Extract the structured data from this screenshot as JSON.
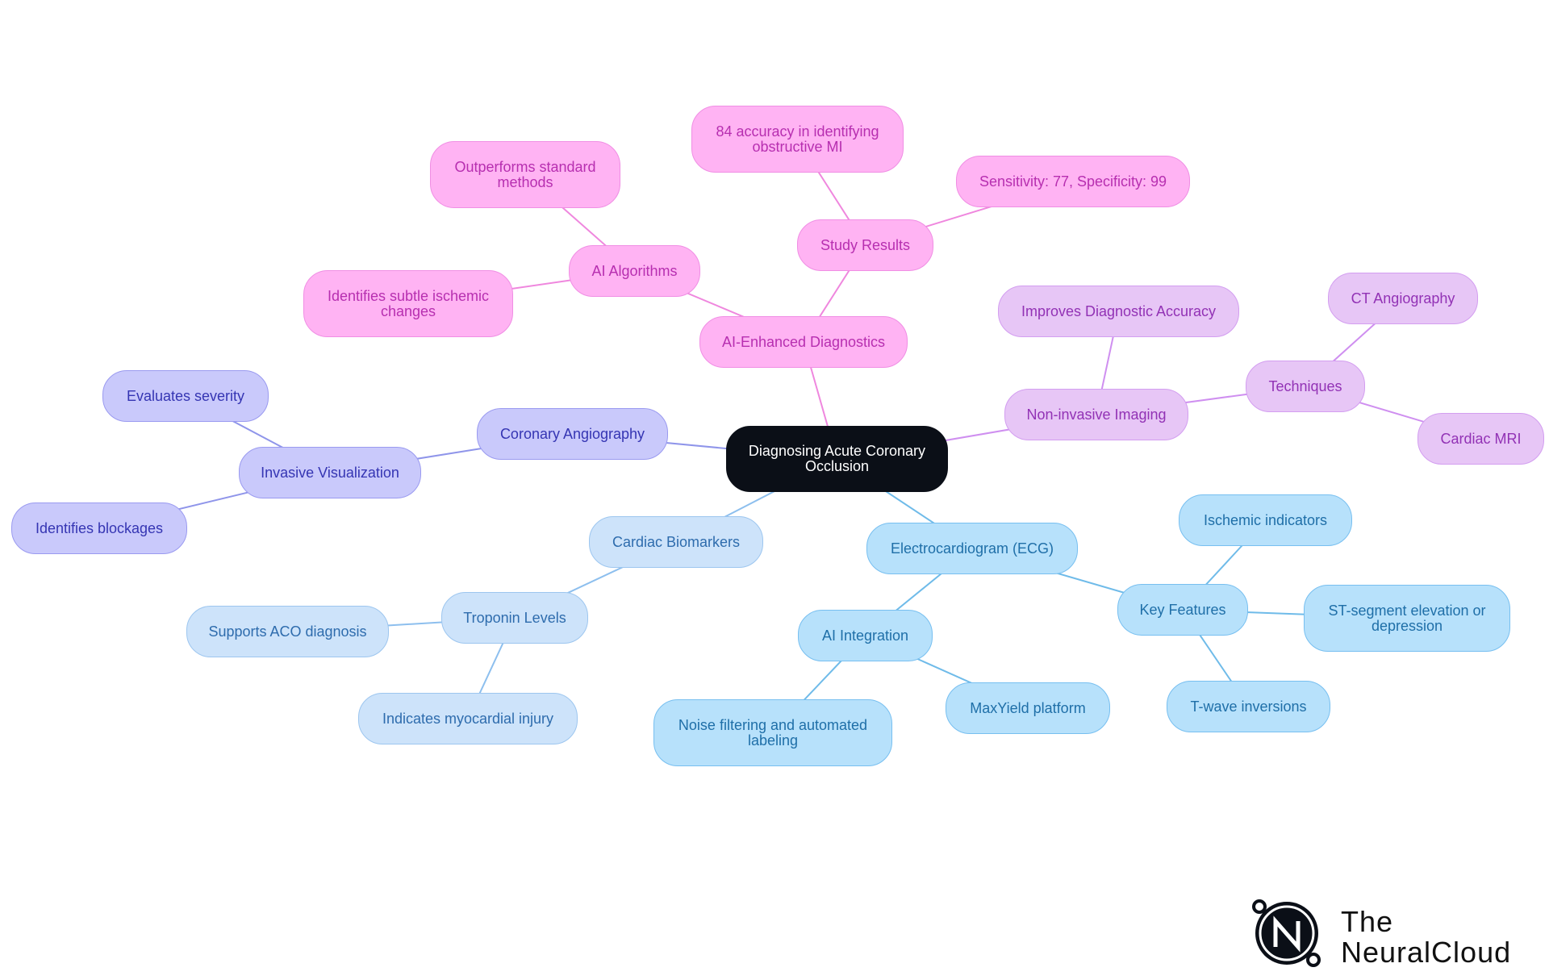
{
  "diagram": {
    "root": {
      "label": "Diagnosing Acute Coronary Occlusion"
    },
    "branches": [
      {
        "id": "ai-enhanced",
        "label": "AI-Enhanced Diagnostics",
        "color": "#ffb3f3",
        "children": [
          {
            "id": "ai-algorithms",
            "label": "AI Algorithms",
            "children": [
              {
                "id": "outperforms",
                "label": "Outperforms standard methods"
              },
              {
                "id": "subtle-ischemic",
                "label": "Identifies subtle ischemic changes"
              }
            ]
          },
          {
            "id": "study-results",
            "label": "Study Results",
            "children": [
              {
                "id": "accuracy-84",
                "label": "84 accuracy in identifying obstructive MI"
              },
              {
                "id": "sens-spec",
                "label": "Sensitivity: 77, Specificity: 99"
              }
            ]
          }
        ]
      },
      {
        "id": "noninvasive",
        "label": "Non-invasive Imaging",
        "color": "#e7c6f6",
        "children": [
          {
            "id": "improves-accuracy",
            "label": "Improves Diagnostic Accuracy"
          },
          {
            "id": "techniques",
            "label": "Techniques",
            "children": [
              {
                "id": "ct-angio",
                "label": "CT Angiography"
              },
              {
                "id": "cardiac-mri",
                "label": "Cardiac MRI"
              }
            ]
          }
        ]
      },
      {
        "id": "coronary-angio",
        "label": "Coronary Angiography",
        "color": "#c9c9fb",
        "children": [
          {
            "id": "invasive-vis",
            "label": "Invasive Visualization",
            "children": [
              {
                "id": "evaluates-severity",
                "label": "Evaluates severity"
              },
              {
                "id": "identifies-blockages",
                "label": "Identifies blockages"
              }
            ]
          }
        ]
      },
      {
        "id": "biomarkers",
        "label": "Cardiac Biomarkers",
        "color": "#cde3fa",
        "children": [
          {
            "id": "troponin",
            "label": "Troponin Levels",
            "children": [
              {
                "id": "supports-aco",
                "label": "Supports ACO diagnosis"
              },
              {
                "id": "myocardial-injury",
                "label": "Indicates myocardial injury"
              }
            ]
          }
        ]
      },
      {
        "id": "ecg",
        "label": "Electrocardiogram (ECG)",
        "color": "#b7e1fb",
        "children": [
          {
            "id": "ai-integration",
            "label": "AI Integration",
            "children": [
              {
                "id": "noise-filtering",
                "label": "Noise filtering and automated labeling"
              },
              {
                "id": "maxyield",
                "label": "MaxYield platform"
              }
            ]
          },
          {
            "id": "key-features",
            "label": "Key Features",
            "children": [
              {
                "id": "ischemic-indicators",
                "label": "Ischemic indicators"
              },
              {
                "id": "st-segment",
                "label": "ST-segment elevation or depression"
              },
              {
                "id": "t-wave",
                "label": "T-wave inversions"
              }
            ]
          }
        ]
      }
    ]
  },
  "logo": {
    "line1": "The",
    "line2": "NeuralCloud"
  }
}
